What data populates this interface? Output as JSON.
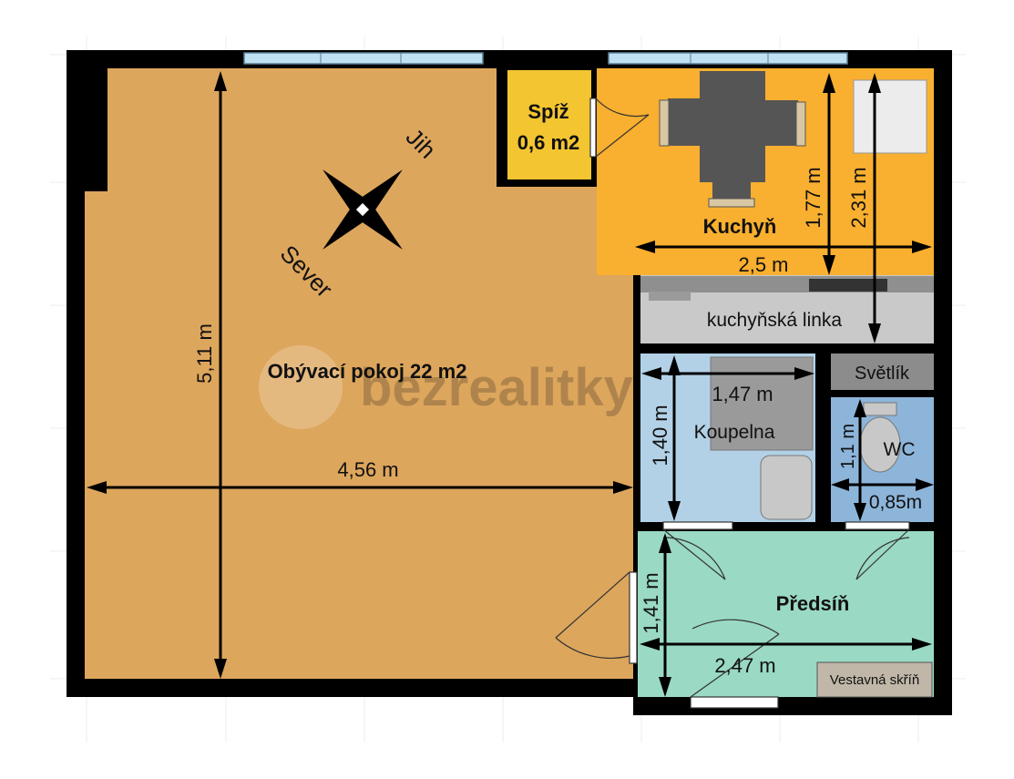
{
  "colors": {
    "wall": "#000000",
    "living": "#DDA65D",
    "pantry": "#F3C530",
    "kitchen": "#F9AF2F",
    "counter": "#C9C9C9",
    "bathroom": "#B2D1E7",
    "wc": "#8DB5DA",
    "hall": "#9AD9C3",
    "skylight": "#8C8C8C",
    "wardrobe": "#C0B7A8",
    "window": "#BFE0F0",
    "table": "#555555"
  },
  "rooms": {
    "living": "Obývací pokoj 22 m2",
    "pantry_name": "Spíž",
    "pantry_area": "0,6 m2",
    "kitchen": "Kuchyň",
    "counter": "kuchyňská linka",
    "bathroom": "Koupelna",
    "skylight": "Světlík",
    "wc": "WC",
    "hall": "Předsíň",
    "wardrobe": "Vestavná skříň"
  },
  "compass": {
    "south": "Jih",
    "north": "Sever",
    "icon": "compass-rose-icon"
  },
  "dimensions": {
    "living_height": "5,11 m",
    "living_width": "4,56 m",
    "kitchen_width": "2,5 m",
    "kitchen_depth_a": "1,77 m",
    "kitchen_depth_b": "2,31 m",
    "bath_width": "1,47 m",
    "bath_height": "1,40 m",
    "wc_height": "1,1 m",
    "wc_width": "0,85m",
    "hall_height": "1,41 m",
    "hall_width": "2,47 m"
  },
  "watermark": "bezrealitky"
}
